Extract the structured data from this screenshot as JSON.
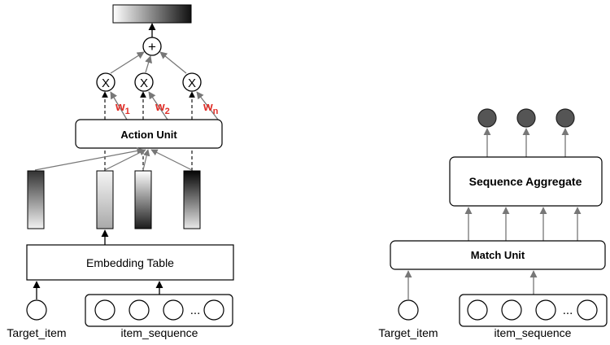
{
  "left": {
    "action_unit": "Action Unit",
    "embedding_table": "Embedding Table",
    "plus_symbol": "+",
    "multiply_symbol": "X",
    "weights": [
      {
        "base": "w",
        "sub": "1"
      },
      {
        "base": "w",
        "sub": "2"
      },
      {
        "base": "w",
        "sub": "n"
      }
    ],
    "ellipsis": "...",
    "target_label": "Target_item",
    "sequence_label": "item_sequence"
  },
  "right": {
    "sequence_aggregate": "Sequence Aggregate",
    "match_unit": "Match Unit",
    "ellipsis": "...",
    "target_label": "Target_item",
    "sequence_label": "item_sequence"
  },
  "colors": {
    "stroke": "#000000",
    "arrow_gray": "#777777",
    "weight_red": "#e0302a",
    "output_node_fill": "#555555"
  }
}
